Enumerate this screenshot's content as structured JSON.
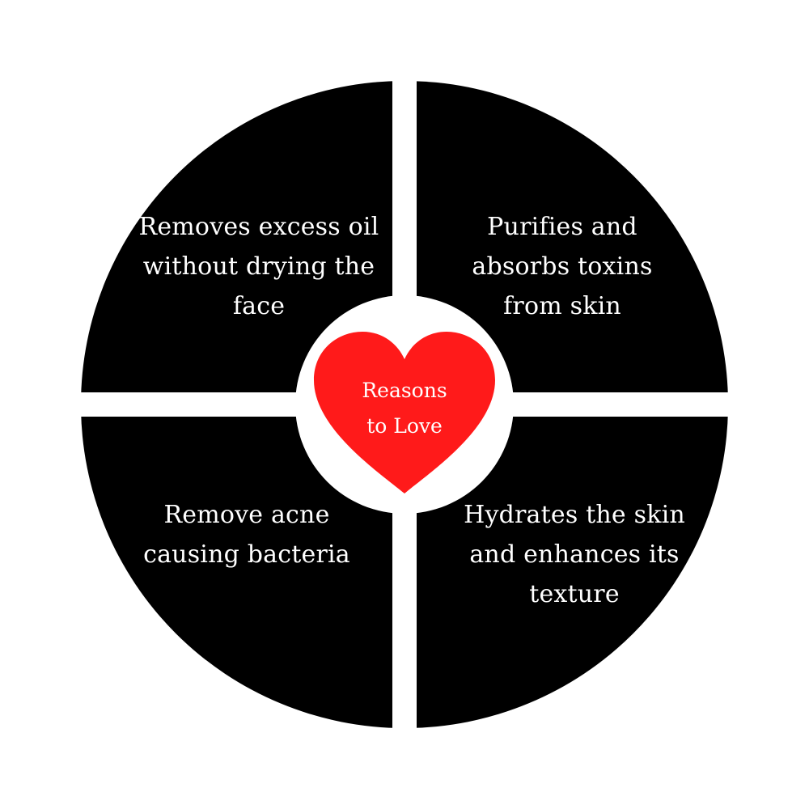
{
  "colors": {
    "background": "#ffffff",
    "quadrant_fill": "#000000",
    "text": "#ffffff",
    "heart": "#ff1a1a"
  },
  "center": {
    "icon": "heart-icon",
    "label": "Reasons\nto Love"
  },
  "quadrants": [
    {
      "id": "top-left",
      "text": "Removes excess oil\nwithout drying the\nface"
    },
    {
      "id": "top-right",
      "text": "Purifies and\nabsorbs toxins\nfrom skin"
    },
    {
      "id": "bottom-left",
      "text": "Remove acne\ncausing bacteria"
    },
    {
      "id": "bottom-right",
      "text": "Hydrates the skin\nand enhances its\ntexture"
    }
  ]
}
